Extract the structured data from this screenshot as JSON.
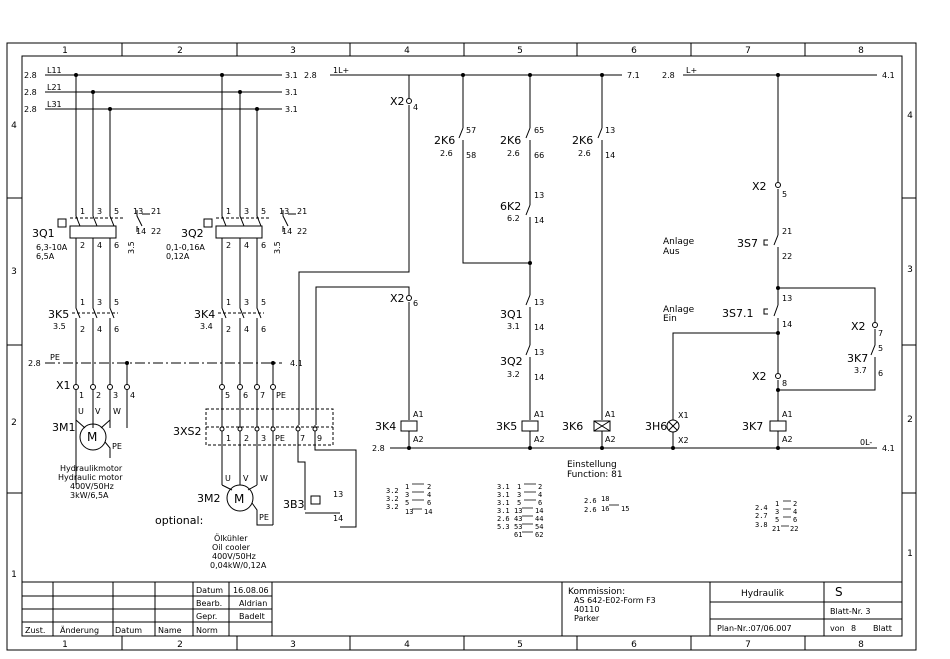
{
  "grid": {
    "cols": [
      "1",
      "2",
      "3",
      "4",
      "5",
      "6",
      "7",
      "8"
    ],
    "rows_left": [
      "4",
      "3",
      "2",
      "1"
    ],
    "rows_right": [
      "4",
      "3",
      "2",
      "1"
    ]
  },
  "power_lines": {
    "l1": "L11",
    "l2": "L21",
    "l3": "L31",
    "ref_left": "2.8",
    "ref_right": "3.1",
    "pe": "PE",
    "pe_ref_left": "2.8",
    "pe_ref_right": "4.1"
  },
  "motor1": {
    "breaker": "3Q1",
    "breaker_range": "6,3-10A",
    "breaker_set": "6,5A",
    "contactor": "3K5",
    "contactor_ref": "3.5",
    "aux_ref": "3.5",
    "terminal": "X1",
    "motor": "3M1",
    "symbol": "M",
    "label_de": "Hydraulikmotor",
    "label_en": "Hydraulic motor",
    "rating1": "400V/50Hz",
    "rating2": "3kW/6,5A",
    "terms": [
      "1",
      "2",
      "3",
      "4"
    ],
    "phases": [
      "U",
      "V",
      "W",
      "PE"
    ]
  },
  "motor2": {
    "breaker": "3Q2",
    "breaker_range": "0,1-0,16A",
    "breaker_set": "0,12A",
    "contactor": "3K4",
    "contactor_ref": "3.4",
    "aux_ref": "3.5",
    "plug": "3XS2",
    "plug_terms": [
      "1",
      "2",
      "3",
      "PE",
      "7",
      "9"
    ],
    "upper_terms": [
      "5",
      "6",
      "7",
      "PE"
    ],
    "motor": "3M2",
    "symbol": "M",
    "optional": "optional:",
    "label_de": "Ölkühler",
    "label_en": "Oil cooler",
    "rating1": "400V/50Hz",
    "rating2": "0,04kW/0,12A",
    "thermo": "3B3",
    "thermo_t1": "13",
    "thermo_t2": "14"
  },
  "pins": {
    "p1": "1",
    "p2": "2",
    "p3": "3",
    "p4": "4",
    "p5": "5",
    "p6": "6",
    "p13": "13",
    "p14": "14",
    "p21": "21",
    "p22": "22"
  },
  "control": {
    "l_plus": "1L+",
    "l_plus_ref_left": "2.8",
    "l_plus_ref_right": "7.1",
    "x2_4": "X2",
    "x2_4_pin": "4",
    "x2_6": "X2",
    "x2_6_pin": "6",
    "k6a": "2K6",
    "k6a_t": "57",
    "k6a_b": "58",
    "k6a_ref": "2.6",
    "k6b": "2K6",
    "k6b_t": "65",
    "k6b_b": "66",
    "k6b_ref": "2.6",
    "k6c": "2K6",
    "k6c_t": "13",
    "k6c_b": "14",
    "k6c_ref": "2.6",
    "k2": "6K2",
    "k2_ref": "6.2",
    "k2_t": "13",
    "k2_b": "14",
    "q1": "3Q1",
    "q1_ref": "3.1",
    "q1_t": "13",
    "q1_b": "14",
    "q2": "3Q2",
    "q2_ref": "3.2",
    "q2_t": "13",
    "q2_b": "14",
    "coil_k4": "3K4",
    "coil_k5": "3K5",
    "coil_k6": "3K6",
    "a1": "A1",
    "a2": "A2",
    "bus_ref": "2.8",
    "setting_de": "Einstellung",
    "setting_en": "Function: 81"
  },
  "control2": {
    "l_plus": "L+",
    "l_plus_ref_left": "2.8",
    "l_plus_ref_right": "4.1",
    "x2_5": "X2",
    "x2_5_pin": "5",
    "aus_de": "Anlage",
    "aus_en": "Aus",
    "s7": "3S7",
    "s7_t": "21",
    "s7_b": "22",
    "ein_de": "Anlage",
    "ein_en": "Ein",
    "s71": "3S7.1",
    "s71_t": "13",
    "s71_b": "14",
    "x2_7": "X2",
    "x2_7_pin": "7",
    "k7c": "3K7",
    "k7c_ref": "3.7",
    "k7c_t": "5",
    "k7c_b": "6",
    "x2_8": "X2",
    "x2_8_pin": "8",
    "h6": "3H6",
    "h6_t": "X1",
    "h6_b": "X2",
    "coil_k7": "3K7",
    "ol": "0L-",
    "ol_ref": "4.1"
  },
  "xref": {
    "k4": {
      "refs": [
        "3.2",
        "3.2",
        "3.2"
      ],
      "pins": [
        [
          "1",
          "2"
        ],
        [
          "3",
          "4"
        ],
        [
          "5",
          "6"
        ],
        [
          "13",
          "14"
        ]
      ]
    },
    "k5": {
      "refs": [
        "3.1",
        "3.1",
        "3.1",
        "3.1",
        "2.6",
        "5.3"
      ],
      "pins": [
        [
          "1",
          "2"
        ],
        [
          "3",
          "4"
        ],
        [
          "5",
          "6"
        ],
        [
          "13",
          "14"
        ],
        [
          "43",
          "44"
        ],
        [
          "53",
          "54"
        ],
        [
          "61",
          "62"
        ]
      ]
    },
    "k6": {
      "refs": [
        "2.6",
        "2.6"
      ],
      "pins": [
        [
          "18"
        ],
        [
          "16",
          "15"
        ]
      ]
    },
    "k7": {
      "refs": [
        "2.4",
        "2.7",
        "3.8"
      ],
      "pins": [
        [
          "1",
          "2"
        ],
        [
          "3",
          "4"
        ],
        [
          "5",
          "6"
        ],
        [
          "21",
          "22"
        ]
      ]
    }
  },
  "title_block": {
    "datum_label": "Datum",
    "datum": "16.08.06",
    "bearb_label": "Bearb.",
    "bearb": "Aldrian",
    "gepr_label": "Gepr.",
    "gepr": "Badelt",
    "norm_label": "Norm",
    "zust": "Zust.",
    "aenderung": "Änderung",
    "datum2": "Datum",
    "name": "Name",
    "kommission_label": "Kommission:",
    "kommission1": "AS 642-E02-Form F3",
    "kommission2": "40110",
    "kommission3": "Parker",
    "title": "Hydraulik",
    "code": "S",
    "blatt": "Blatt-Nr. 3",
    "plan": "Plan-Nr.:07/06.007",
    "von": "von",
    "total": "8",
    "blatt2": "Blatt"
  }
}
